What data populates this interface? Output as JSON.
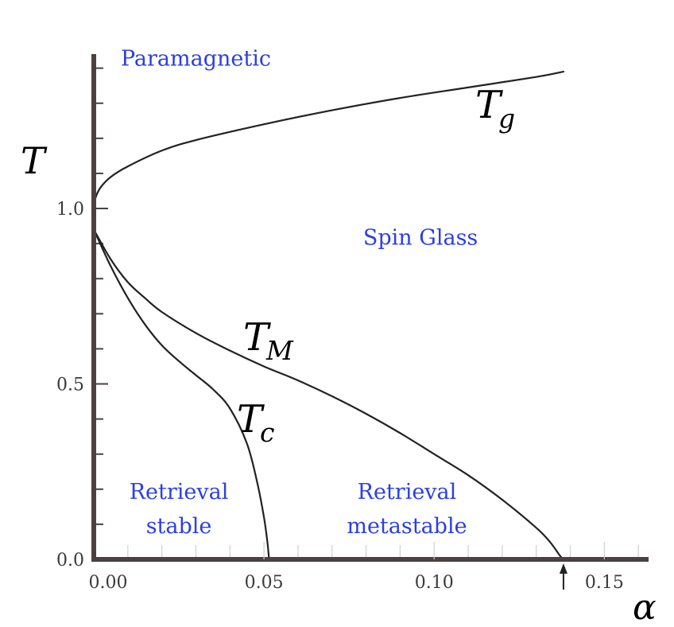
{
  "chart_data": {
    "type": "line",
    "xlabel": "α",
    "ylabel": "T",
    "xlim": [
      0,
      0.163
    ],
    "ylim": [
      0,
      1.44
    ],
    "x_ticks": [
      "0.00",
      "0.05",
      "0.10",
      "0.15"
    ],
    "x_tick_values": [
      0.0,
      0.05,
      0.1,
      0.15
    ],
    "y_ticks": [
      "0.0",
      "0.5",
      "1.0"
    ],
    "y_tick_values": [
      0.0,
      0.5,
      1.0
    ],
    "series": [
      {
        "name": "T_g",
        "label_main": "T",
        "label_sub": "g",
        "color": "#222222",
        "x": [
          0.0,
          0.0005,
          0.002,
          0.005,
          0.01,
          0.02,
          0.03,
          0.05,
          0.07,
          0.09,
          0.11,
          0.13,
          0.138
        ],
        "y": [
          1.0,
          1.03,
          1.06,
          1.09,
          1.12,
          1.165,
          1.195,
          1.24,
          1.28,
          1.315,
          1.345,
          1.375,
          1.39
        ]
      },
      {
        "name": "T_M",
        "label_main": "T",
        "label_sub": "M",
        "color": "#222222",
        "x": [
          0.0,
          0.005,
          0.01,
          0.015,
          0.02,
          0.03,
          0.04,
          0.05,
          0.06,
          0.07,
          0.08,
          0.09,
          0.1,
          0.11,
          0.12,
          0.13,
          0.134,
          0.137,
          0.138
        ],
        "y": [
          0.94,
          0.855,
          0.79,
          0.745,
          0.705,
          0.645,
          0.595,
          0.55,
          0.51,
          0.465,
          0.415,
          0.36,
          0.3,
          0.24,
          0.17,
          0.09,
          0.05,
          0.01,
          0.0
        ]
      },
      {
        "name": "T_c",
        "label_main": "T",
        "label_sub": "c",
        "color": "#222222",
        "x": [
          0.0,
          0.005,
          0.01,
          0.015,
          0.02,
          0.025,
          0.03,
          0.035,
          0.04,
          0.045,
          0.048,
          0.05,
          0.051,
          0.0515
        ],
        "y": [
          0.94,
          0.835,
          0.745,
          0.67,
          0.61,
          0.565,
          0.525,
          0.485,
          0.43,
          0.33,
          0.22,
          0.12,
          0.05,
          0.0
        ]
      }
    ],
    "annotations": [
      {
        "text": "Paramagnetic",
        "x": 0.03,
        "y": 1.43
      },
      {
        "text": "Spin Glass",
        "x": 0.096,
        "y": 0.92
      },
      {
        "text": "Retrieval",
        "x": 0.025,
        "y": 0.195
      },
      {
        "text": "stable",
        "x": 0.025,
        "y": 0.098
      },
      {
        "text": "Retrieval",
        "x": 0.092,
        "y": 0.195
      },
      {
        "text": "metastable",
        "x": 0.092,
        "y": 0.098
      }
    ],
    "arrow_marker_x": 0.138,
    "region_label_color": "#2b3fe0",
    "grid": false,
    "legend": "none"
  }
}
